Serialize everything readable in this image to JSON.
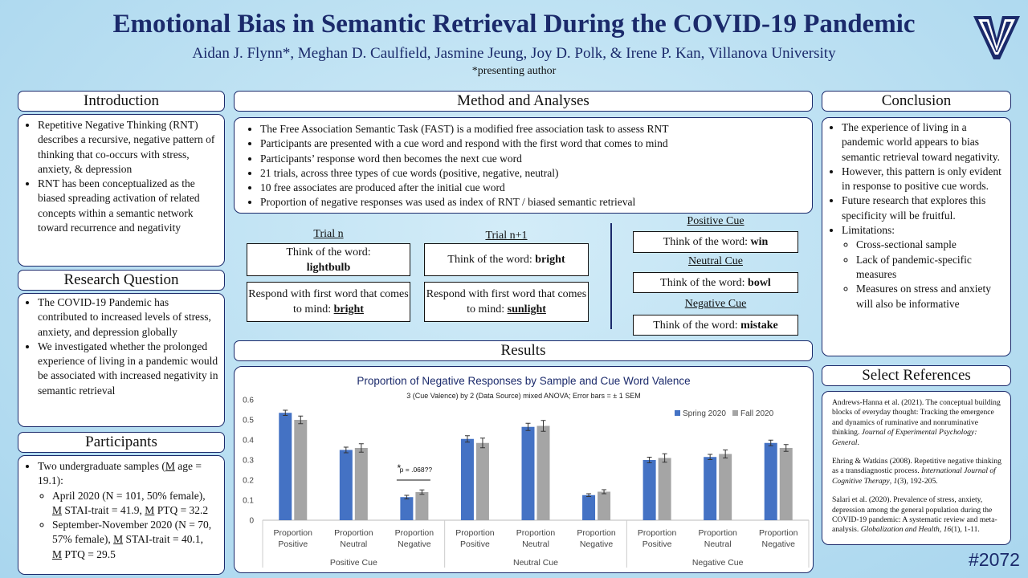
{
  "header": {
    "title": "Emotional Bias in Semantic Retrieval During the COVID-19 Pandemic",
    "authors": "Aidan J. Flynn*, Meghan D. Caulfield, Jasmine Jeung, Joy D. Polk, & Irene P. Kan, Villanova University",
    "presenting": "*presenting author",
    "logo_icon": "villanova-v-logo"
  },
  "introduction": {
    "heading": "Introduction",
    "bullets": [
      "Repetitive Negative Thinking (RNT) describes a recursive, negative pattern of thinking that co-occurs with stress, anxiety, & depression",
      "RNT has been conceptualized as the biased spreading activation of related concepts within a semantic network toward recurrence and negativity"
    ]
  },
  "research_question": {
    "heading": "Research Question",
    "bullets": [
      "The COVID-19 Pandemic has contributed to increased levels of stress, anxiety, and depression globally",
      "We investigated whether the prolonged experience of living in a pandemic would be associated with increased negativity in semantic retrieval"
    ]
  },
  "participants": {
    "heading": "Participants",
    "b1_a": "Two undergraduate samples (",
    "b1_m": "M",
    "b1_b": " age = 19.1):",
    "s1_a": "April 2020 (N = 101, 50% female), ",
    "s1_m1": "M",
    "s1_b": " STAI-trait = 41.9, ",
    "s1_m2": "M",
    "s1_c": " PTQ = 32.2",
    "s2_a": "September-November 2020 (N = 70, 57% female), ",
    "s2_m1": "M",
    "s2_b": " STAI-trait = 40.1, ",
    "s2_m2": "M",
    "s2_c": " PTQ = 29.5"
  },
  "method": {
    "heading": "Method and Analyses",
    "bullets": [
      "The Free Association Semantic Task (FAST) is a modified free association task to assess RNT",
      "Participants are presented with a cue word and respond with the first word that comes to mind",
      "Participants’ response word then becomes the next cue word",
      "21 trials, across three types of cue words (positive, negative, neutral)",
      "10 free associates are produced after the initial cue word",
      "Proportion of negative responses was used as index of RNT / biased semantic retrieval"
    ]
  },
  "trials": {
    "trial_n": "Trial n",
    "trial_n1": "Trial n+1",
    "think_prefix": "Think of the word:",
    "respond_prefix": "Respond with first word that comes to mind:",
    "n_cue": "lightbulb",
    "n_response": "bright",
    "n1_cue": "bright",
    "n1_response": "sunlight"
  },
  "cue_examples": {
    "positive_label": "Positive Cue",
    "positive_word": "win",
    "neutral_label": "Neutral Cue",
    "neutral_word": "bowl",
    "negative_label": "Negative Cue",
    "negative_word": "mistake"
  },
  "results": {
    "heading": "Results"
  },
  "chart_data": {
    "type": "bar",
    "title": "Proportion of Negative Responses by Sample and Cue Word Valence",
    "subtitle": "3 (Cue Valence) by 2 (Data Source) mixed ANOVA; Error bars = ± 1 SEM",
    "ylim": [
      0,
      0.6
    ],
    "yticks": [
      "0",
      "0.1",
      "0.2",
      "0.3",
      "0.4",
      "0.5",
      "0.6"
    ],
    "categories": [
      [
        "Proportion",
        "Positive"
      ],
      [
        "Proportion",
        "Neutral"
      ],
      [
        "Proportion",
        "Negative"
      ],
      [
        "Proportion",
        "Positive"
      ],
      [
        "Proportion",
        "Neutral"
      ],
      [
        "Proportion",
        "Negative"
      ],
      [
        "Proportion",
        "Positive"
      ],
      [
        "Proportion",
        "Neutral"
      ],
      [
        "Proportion",
        "Negative"
      ]
    ],
    "groups": [
      "Positive Cue",
      "Neutral Cue",
      "Negative Cue"
    ],
    "series": [
      {
        "name": "Spring 2020",
        "color": "#4472c4",
        "values": [
          0.535,
          0.35,
          0.115,
          0.405,
          0.465,
          0.125,
          0.3,
          0.315,
          0.385
        ],
        "errors": [
          0.013,
          0.014,
          0.009,
          0.016,
          0.018,
          0.007,
          0.014,
          0.013,
          0.014
        ]
      },
      {
        "name": "Fall 2020",
        "color": "#a5a5a5",
        "values": [
          0.5,
          0.36,
          0.14,
          0.385,
          0.47,
          0.142,
          0.31,
          0.33,
          0.36
        ],
        "errors": [
          0.019,
          0.021,
          0.011,
          0.024,
          0.027,
          0.01,
          0.021,
          0.02,
          0.017
        ]
      }
    ],
    "annotation": {
      "star": "*",
      "text": "p = .068??"
    },
    "legend": "top-right",
    "grid": false
  },
  "conclusion": {
    "heading": "Conclusion",
    "bullets": [
      "The experience of living in a pandemic world appears to bias semantic retrieval toward negativity.",
      "However, this pattern is only evident in response to positive cue words.",
      "Future research that explores this specificity will be fruitful.",
      "Limitations:"
    ],
    "limitations": [
      "Cross-sectional sample",
      "Lack of pandemic-specific measures",
      "Measures on stress and anxiety will also be informative"
    ]
  },
  "references": {
    "heading": "Select References",
    "r1_a": "Andrews-Hanna et al. (2021). The conceptual building blocks of everyday thought: Tracking the emergence and dynamics of ruminative and nonruminative thinking. ",
    "r1_i": "Journal of Experimental Psychology: General",
    "r1_b": ".",
    "r2_a": "Ehring & Watkins (2008). Repetitive negative thinking as a transdiagnostic process. ",
    "r2_i": "International Journal of Cognitive Therapy",
    "r2_b": ", ",
    "r2_v": "1",
    "r2_c": "(3), 192-205.",
    "r3_a": "Salari et al. (2020). Prevalence of stress, anxiety, depression among the general population during the COVID-19 pandemic: A systematic review and meta-analysis. ",
    "r3_i": "Globalization and Health",
    "r3_b": ", ",
    "r3_v": "16",
    "r3_c": "(1), 1-11."
  },
  "poster_number": "#2072"
}
